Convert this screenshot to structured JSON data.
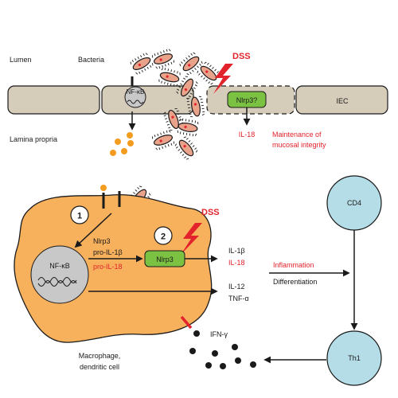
{
  "labels": {
    "lumen": "Lumen",
    "bacteria": "Bacteria",
    "lamina_propria": "Lamina propria",
    "dss_top": "DSS",
    "dss_mid": "DSS",
    "nfkb_epithelial": "NF-κB",
    "nlrp3_epithelial": "Nlrp3?",
    "iec": "IEC",
    "il18_epithelial": "IL-18",
    "maintenance_line1": "Maintenance of",
    "maintenance_line2": "mucosal integrity",
    "step1": "1",
    "step2": "2",
    "nlrp3_text": "Nlrp3",
    "pro_il1b": "pro-IL-1β",
    "pro_il18": "pro-IL-18",
    "nfkb_macrophage": "NF-κB",
    "nlrp3_macrophage": "Nlrp3",
    "il1b": "IL-1β",
    "il18": "IL-18",
    "il12": "IL-12",
    "tnfa": "TNF-α",
    "inflammation": "Inflammation",
    "differentiation": "Differentiation",
    "cd4": "CD4",
    "th1": "Th1",
    "ifng": "IFN-γ",
    "macrophage_line1": "Macrophage,",
    "macrophage_line2": "dendritic cell"
  },
  "colors": {
    "red": "#e3232b",
    "orange": "#f7b15d",
    "orange_dot": "#f39c1f",
    "epithelium": "#d6ccba",
    "nlrp3_green": "#7cc242",
    "cyan": "#b5dde7",
    "grey_nucleus": "#c8c8c8",
    "bacterium": "#e8a38a"
  }
}
